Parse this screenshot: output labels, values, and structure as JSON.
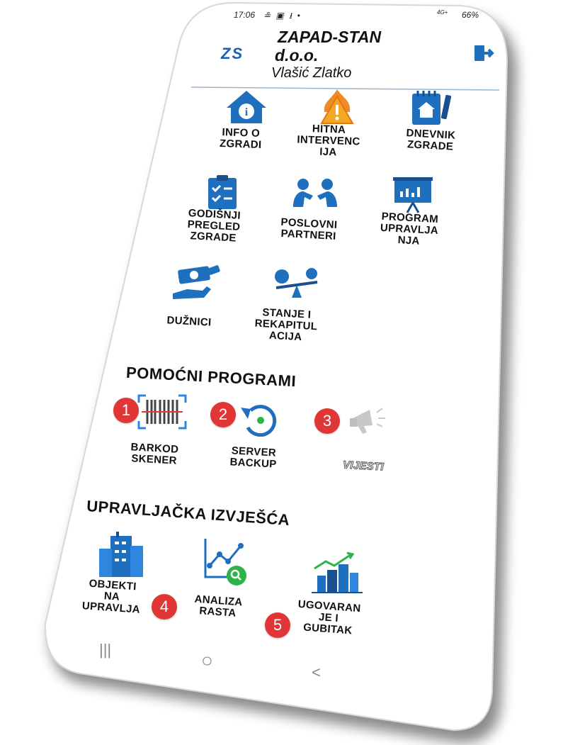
{
  "status_bar": {
    "time": "17:06",
    "left_icons": "≗ ▣ ⭳ •",
    "network": "4G+",
    "battery": "66%"
  },
  "header": {
    "logo_text": "ZS",
    "company_line1": "ZAPAD-STAN",
    "company_line2": "d.o.o.",
    "user_name": "Vlašić Zlatko"
  },
  "menu": {
    "info": "INFO O\nZGRADI",
    "urgent": "HITNA\nINTERVENC\nIJA",
    "diary": "DNEVNIK\nZGRADE",
    "annual": "GODIŠNJI\nPREGLED\nZGRADE",
    "partners": "POSLOVNI\nPARTNERI",
    "program": "PROGRAM\nUPRAVLJA\nNJA",
    "debtors": "DUŽNICI",
    "balance": "STANJE I\nREKAPITUL\nACIJA"
  },
  "aux_programs": {
    "title": "POMOĆNI PROGRAMI",
    "barcode": "BARKOD\nSKENER",
    "backup": "SERVER\nBACKUP",
    "news": "VIJESTI"
  },
  "reports": {
    "title": "UPRAVLJAČKA IZVJEŠĆA",
    "objects": "OBJEKTI\nNA\nUPRAVLJA",
    "growth": "ANALIZA\nRASTA",
    "contracting": "UGOVARAN\nJE I\nGUBITAK"
  },
  "badges": [
    "1",
    "2",
    "3",
    "4",
    "5"
  ],
  "nav_bar": {
    "recent": "|||",
    "home": "○",
    "back": "<"
  },
  "colors": {
    "icon_blue": "#1f6fbf",
    "icon_dark": "#1a4f8f",
    "accent_orange": "#f08a24",
    "badge_red": "#e03636",
    "search_green": "#2db34a"
  }
}
